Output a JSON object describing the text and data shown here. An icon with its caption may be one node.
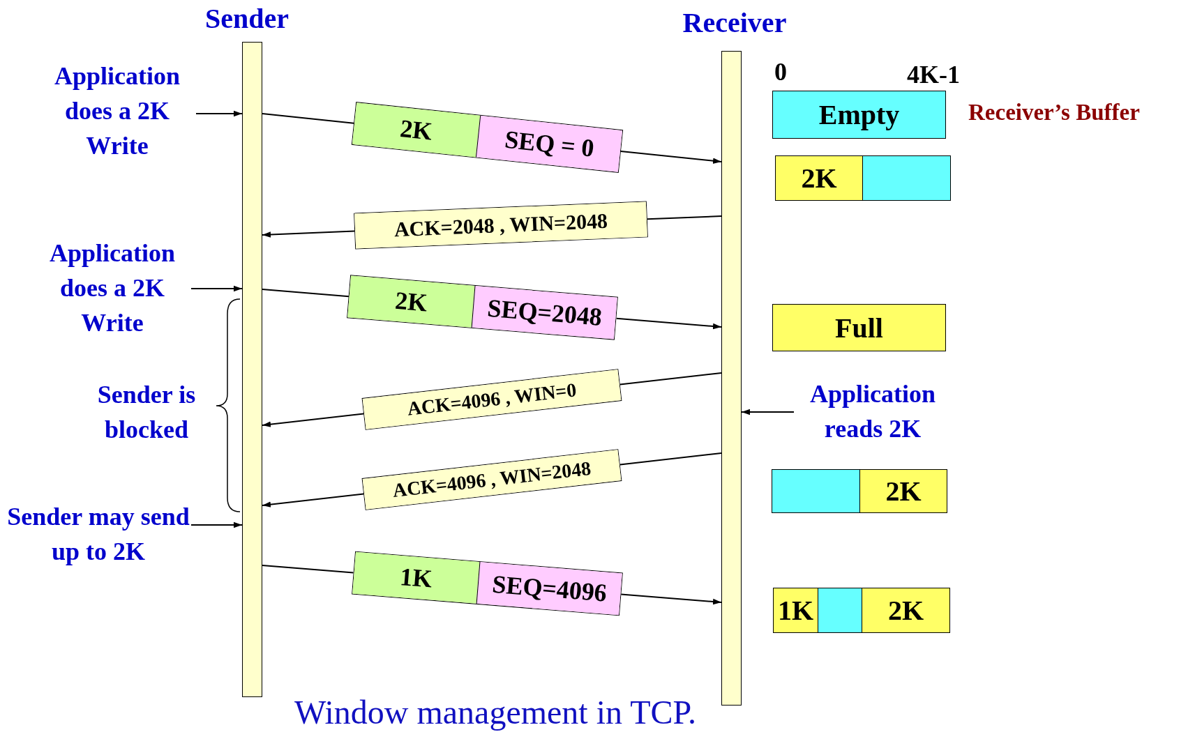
{
  "diagram": {
    "caption": "Window management in TCP.",
    "nodes": [
      {
        "text": [
          "Sender"
        ]
      },
      {
        "text": [
          "Receiver"
        ]
      },
      {
        "text": [
          "Application does a 2K Write"
        ]
      },
      {
        "text": [
          "2K",
          "SEQ = 0"
        ]
      },
      {
        "text": [
          "Empty"
        ]
      },
      {
        "text": [
          "2K"
        ]
      },
      {
        "text": [],
        "shape": "box"
      },
      {
        "text": [
          "ACK=2048 , WIN=2048"
        ]
      },
      {
        "text": [
          "Application does a 2K Write"
        ]
      },
      {
        "text": [
          "2K",
          "SEQ=2048"
        ]
      },
      {
        "text": [
          "Full"
        ]
      },
      {
        "text": [
          "ACK=4096 , WIN=0"
        ]
      },
      {
        "text": [
          "Application reads 2K"
        ]
      },
      {
        "text": [
          "ACK=4096 , WIN=2048"
        ]
      },
      {
        "text": [],
        "shape": "box"
      },
      {
        "text": [
          "2K"
        ]
      },
      {
        "text": [
          "Sender may send up to 2K"
        ]
      },
      {
        "text": [
          "1K",
          "SEQ=4096"
        ]
      },
      {
        "text": [
          "1K"
        ]
      },
      {
        "text": [],
        "shape": "box"
      },
      {
        "text": [
          "2K"
        ]
      }
    ],
    "edges": [
      {
        "from": 2,
        "to": 0,
        "arrow": "to"
      },
      {
        "from": 0,
        "to": 3,
        "arrow": "none"
      },
      {
        "from": 3,
        "to": 1,
        "arrow": "to"
      },
      {
        "from": 1,
        "to": 7,
        "arrow": "none"
      },
      {
        "from": 7,
        "to": 0,
        "arrow": "to"
      },
      {
        "from": 8,
        "to": 0,
        "arrow": "to"
      },
      {
        "from": 0,
        "to": 9,
        "arrow": "none"
      },
      {
        "from": 9,
        "to": 1,
        "arrow": "to"
      },
      {
        "from": 1,
        "to": 11,
        "arrow": "none"
      },
      {
        "from": 11,
        "to": 0,
        "arrow": "to"
      },
      {
        "from": 12,
        "to": 1,
        "arrow": "to"
      },
      {
        "from": 1,
        "to": 13,
        "arrow": "none"
      },
      {
        "from": 13,
        "to": 0,
        "arrow": "to"
      },
      {
        "from": 16,
        "to": 0,
        "arrow": "to"
      },
      {
        "from": 0,
        "to": 17,
        "arrow": "none"
      },
      {
        "from": 17,
        "to": 1,
        "arrow": "to"
      }
    ],
    "labels": [
      "0",
      "4K-1",
      "Receiver’s Buffer",
      "Sender is blocked"
    ]
  }
}
